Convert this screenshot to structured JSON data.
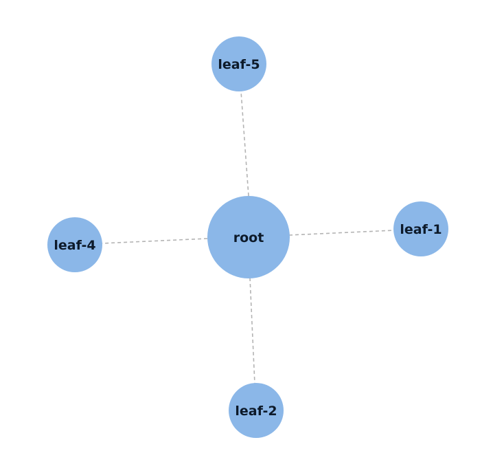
{
  "graph": {
    "colors": {
      "node_fill": "#8bb7e8",
      "edge_stroke": "#b3b3b3",
      "label_text": "#0d1a2a"
    },
    "nodes": [
      {
        "id": "root",
        "label": "root"
      },
      {
        "id": "leaf-1",
        "label": "leaf-1"
      },
      {
        "id": "leaf-2",
        "label": "leaf-2"
      },
      {
        "id": "leaf-4",
        "label": "leaf-4"
      },
      {
        "id": "leaf-5",
        "label": "leaf-5"
      }
    ],
    "edges": [
      {
        "source": "root",
        "target": "leaf-5"
      },
      {
        "source": "root",
        "target": "leaf-1"
      },
      {
        "source": "root",
        "target": "leaf-2"
      },
      {
        "source": "root",
        "target": "leaf-4"
      }
    ]
  }
}
